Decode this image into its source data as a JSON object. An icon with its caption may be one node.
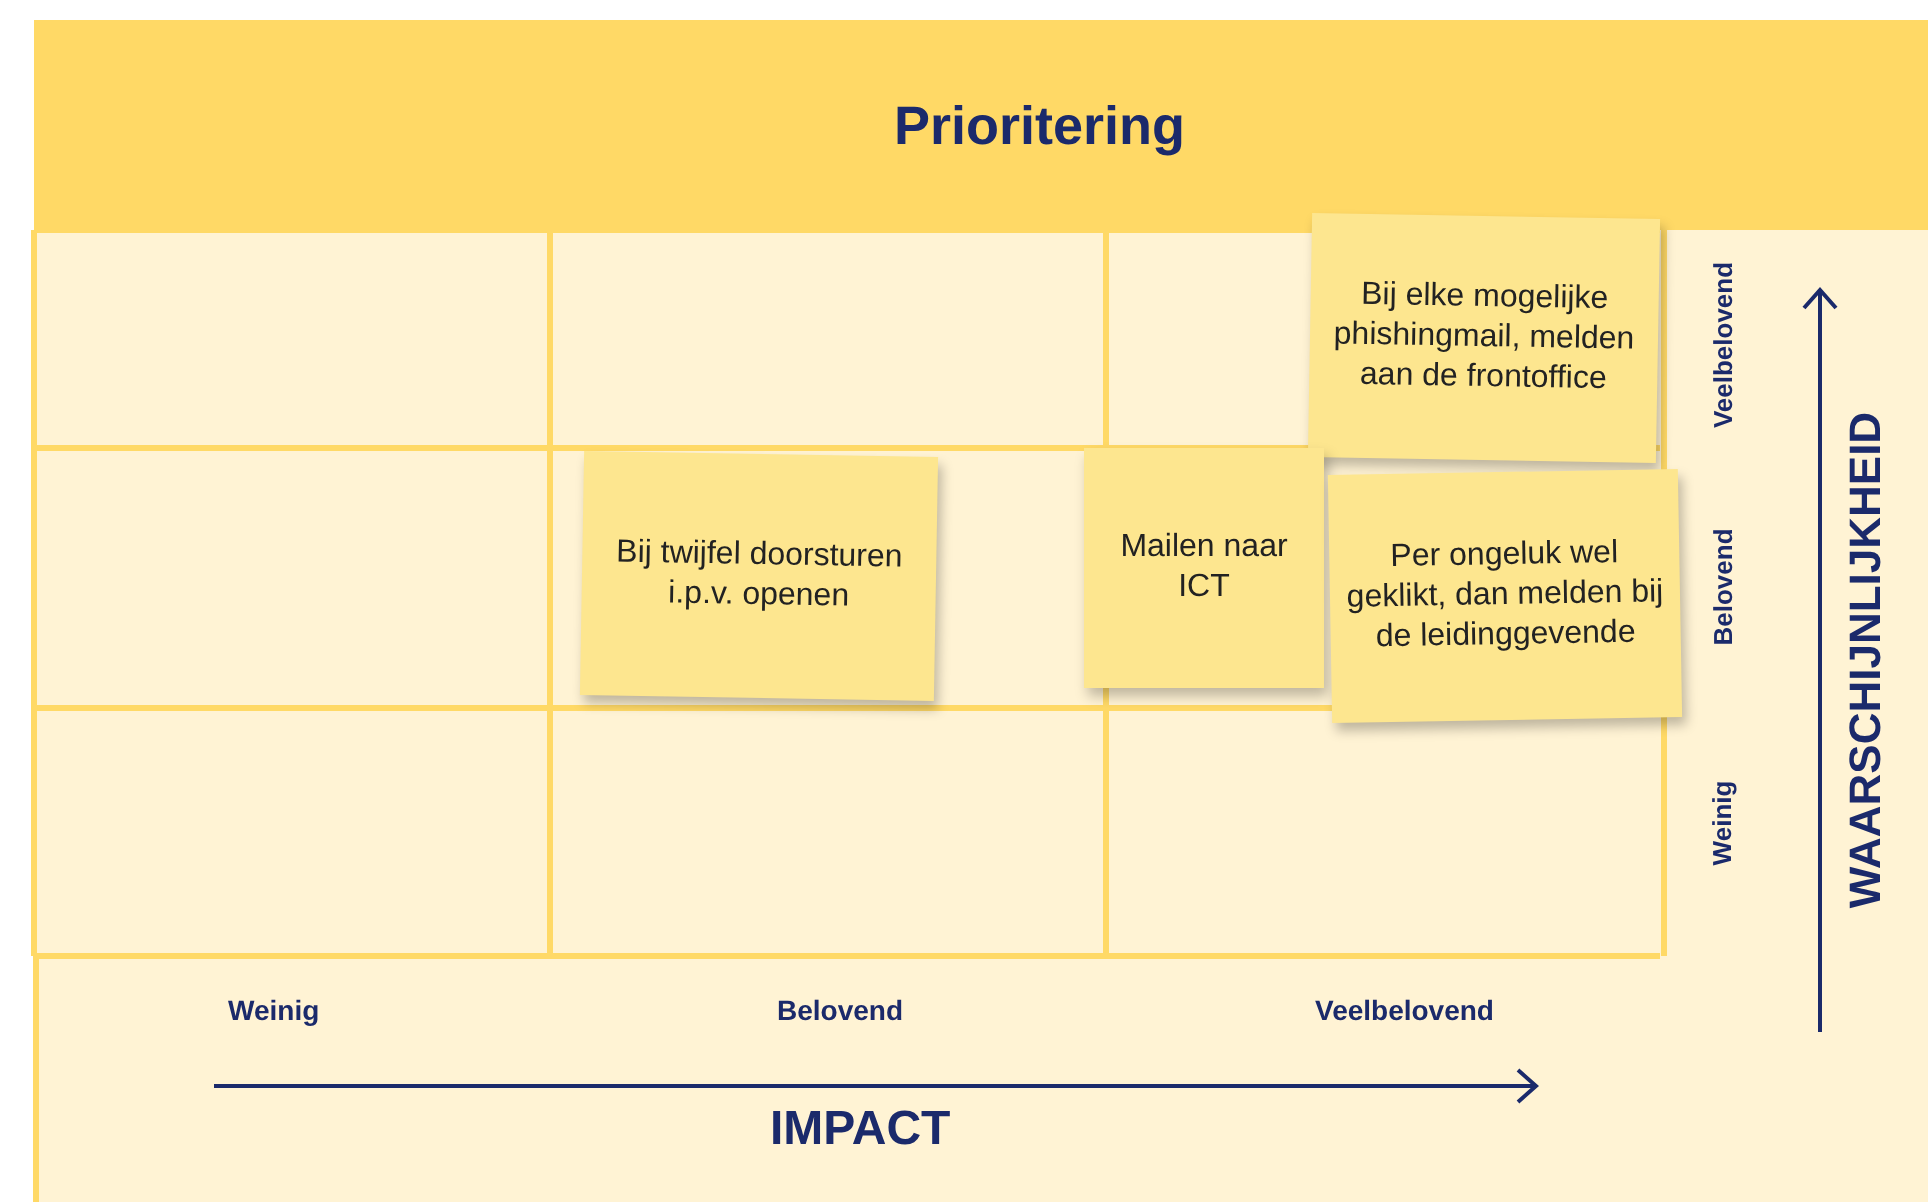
{
  "diagram": {
    "title": "Prioritering",
    "nodes": [
      {
        "text": [
          "Bij elke mogelijke phishingmail, melden aan de frontoffice"
        ]
      },
      {
        "text": [
          "Bij twijfel doorsturen i.p.v. openen"
        ]
      },
      {
        "text": [
          "Mailen naar ICT"
        ]
      },
      {
        "text": [
          "Per ongeluk wel geklikt, dan melden bij de leidinggevende"
        ]
      }
    ],
    "labels": [
      "Veelbelovend",
      "Belovend",
      "Weinig",
      "WAARSCHIJNLIJKHEID",
      "Weinig",
      "Belovend",
      "Veelbelovend",
      "IMPACT"
    ]
  }
}
